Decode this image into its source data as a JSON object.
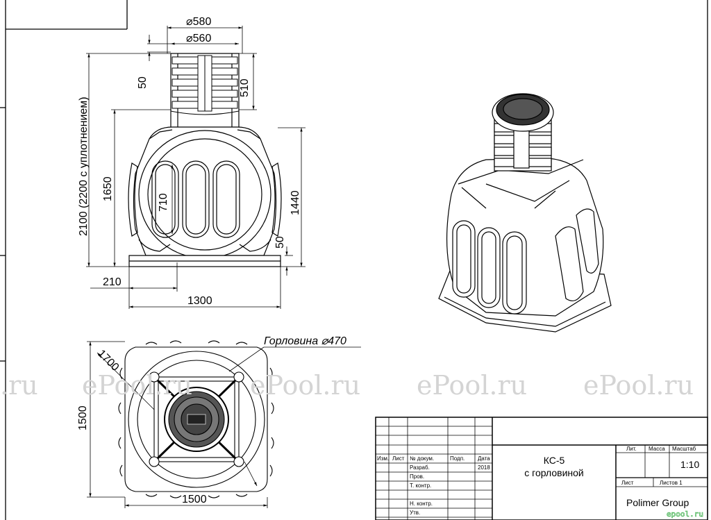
{
  "watermark": "ePool.ru",
  "watermark_left": ".ru",
  "front": {
    "d580": "580",
    "d560": "560",
    "h50_top": "50",
    "h510": "510",
    "h2100": "2100 (2200 с уплотнением)",
    "h1650": "1650",
    "h710": "710",
    "h1440": "1440",
    "h50_bot": "50",
    "w210": "210",
    "w1300": "1300"
  },
  "top": {
    "neck": "Горловина",
    "neck_d": "470",
    "d1700": "1700",
    "h1500": "1500",
    "w1500": "1500"
  },
  "titleblock": {
    "izm": "Изм.",
    "list": "Лист",
    "doc": "№ докум.",
    "sign": "Подп.",
    "date": "Дата",
    "razrab": "Разраб.",
    "year": "2018",
    "prov": "Пров.",
    "tkontr": "Т. контр.",
    "nkontr": "Н. контр.",
    "utv": "Утв.",
    "name1": "КС-5",
    "name2": "с горловиной",
    "lit": "Лит.",
    "massa": "Масса",
    "masshtab": "Масштаб",
    "scale": "1:10",
    "list2": "Лист",
    "listov": "Листов 1",
    "company": "Polimer Group"
  },
  "corner_logo": "epool.ru"
}
